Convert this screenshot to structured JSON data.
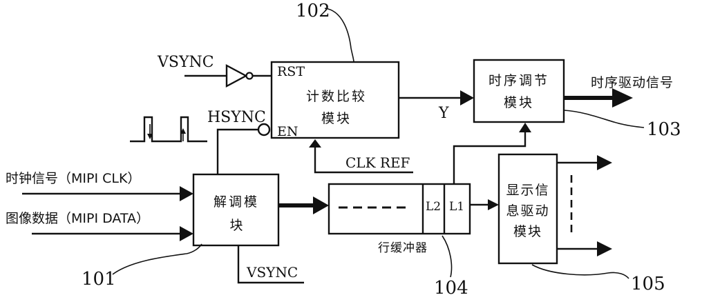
{
  "signals": {
    "vsync_top": "VSYNC",
    "hsync": "HSYNC",
    "clk_ref": "CLK REF",
    "y": "Y",
    "clock_in": "时钟信号（MIPI CLK）",
    "data_in": "图像数据（MIPI DATA）",
    "vsync_bottom": "VSYNC",
    "timing_out": "时序驱动信号"
  },
  "ports": {
    "rst": "RST",
    "en": "EN"
  },
  "blocks": {
    "counter": {
      "line1": "计数比较",
      "line2": "模块",
      "ref": "102"
    },
    "timing": {
      "line1": "时序调节",
      "line2": "模块",
      "ref": "103"
    },
    "demod": {
      "line1": "解调模",
      "line2": "块",
      "ref": "101"
    },
    "buffer": {
      "l2": "L2",
      "l1": "L1",
      "label": "行缓冲器",
      "ref": "104"
    },
    "display": {
      "line1": "显示信",
      "line2": "息驱动",
      "line3": "模块",
      "ref": "105"
    }
  }
}
